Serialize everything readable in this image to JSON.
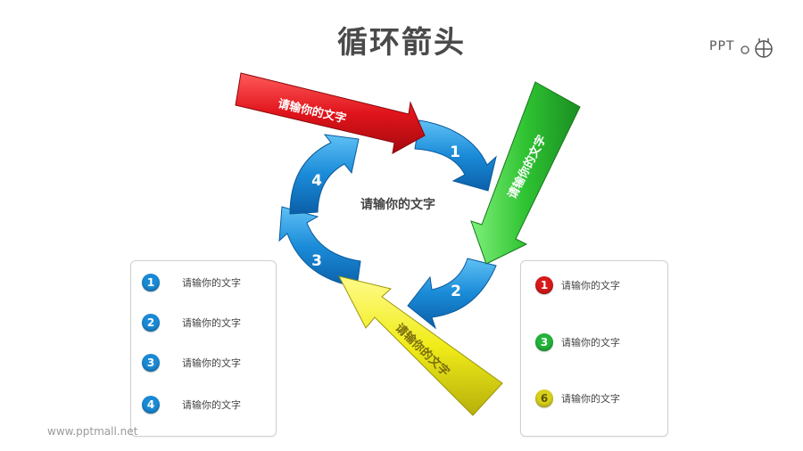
{
  "title": "循环箭头",
  "logo": {
    "text": "PPT",
    "icon": "ppt-logo-glyph"
  },
  "center_text": "请输你的文字",
  "ring_numbers": [
    "1",
    "2",
    "3",
    "4"
  ],
  "arrows": {
    "red": "请输你的文字",
    "green": "请输你的文字",
    "yellow": "请输你的文字"
  },
  "left_panel": [
    {
      "num": "1",
      "text": "请输你的文字",
      "color": "#1a8ad6"
    },
    {
      "num": "2",
      "text": "请输你的文字",
      "color": "#1a8ad6"
    },
    {
      "num": "3",
      "text": "请输你的文字",
      "color": "#1a8ad6"
    },
    {
      "num": "4",
      "text": "请输你的文字",
      "color": "#1a8ad6"
    }
  ],
  "right_panel": [
    {
      "num": "1",
      "text": "请输你的文字",
      "color": "#d71a1a"
    },
    {
      "num": "3",
      "text": "请输你的文字",
      "color": "#22b43a"
    },
    {
      "num": "6",
      "text": "请输你的文字",
      "color": "#d9d11a"
    }
  ],
  "footer": "www.pptmall.net",
  "colors": {
    "blue": "#1f8fd8",
    "red": "#e0141b",
    "green": "#2fc332",
    "yellow": "#f0ec19"
  }
}
